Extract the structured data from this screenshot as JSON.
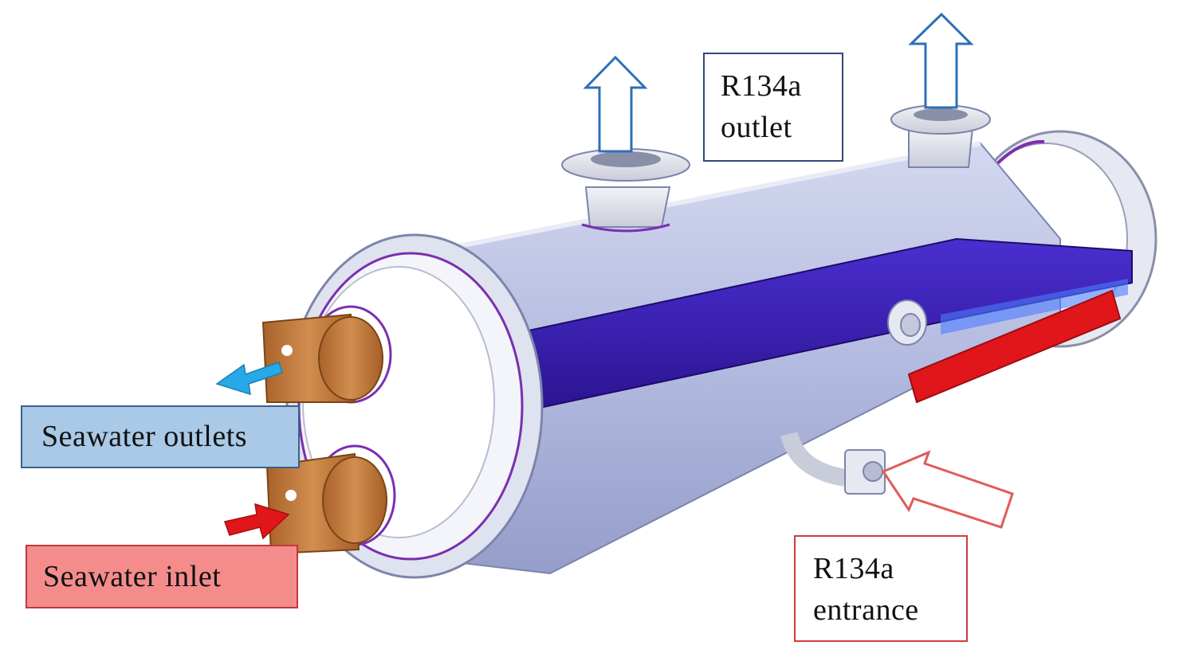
{
  "labels": {
    "refrigerant_outlet": {
      "line1": "R134a",
      "line2": "outlet"
    },
    "seawater_outlets": "Seawater outlets",
    "seawater_inlet": "Seawater inlet",
    "refrigerant_entrance": {
      "line1": "R134a",
      "line2": "entrance"
    }
  },
  "colors": {
    "shell": "#b9bfe0",
    "refrigerant_tubes": "#3a1fb8",
    "hot_tubes": "#e0161b",
    "copper_nozzle": "#c27a3c",
    "seawater_out_arrow": "#27a9e8",
    "seawater_in_arrow": "#e0161b",
    "outlet_arrow": "#2e6fb8",
    "entrance_arrow": "#e05a5a"
  }
}
